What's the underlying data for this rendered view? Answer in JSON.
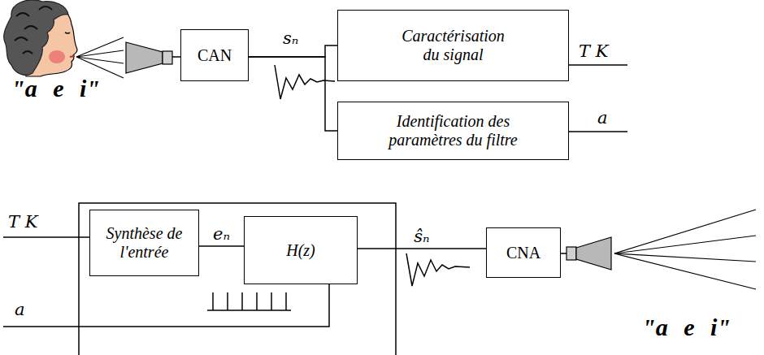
{
  "diagram": {
    "nodes": [
      {
        "text": [
          "CAN"
        ]
      },
      {
        "text": [
          "Caractérisation du signal"
        ]
      },
      {
        "text": [
          "Identification des paramètres du filtre"
        ]
      },
      {
        "text": [
          "Synthèse de l'entrée"
        ]
      },
      {
        "text": [
          "H(z)"
        ]
      },
      {
        "text": [
          "CNA"
        ]
      }
    ],
    "edges": [
      {
        "from": 0,
        "to": 1,
        "arrow": "none"
      },
      {
        "from": 0,
        "to": 2,
        "arrow": "none"
      },
      {
        "from": 3,
        "to": 4,
        "label": "eₙ",
        "arrow": "none"
      },
      {
        "from": 4,
        "to": 5,
        "label": "ŝₙ",
        "arrow": "none"
      }
    ],
    "labels": [
      "\"a e i\"",
      "sₙ",
      "T K",
      "a",
      "T K",
      "a",
      "\"a e i\""
    ]
  }
}
